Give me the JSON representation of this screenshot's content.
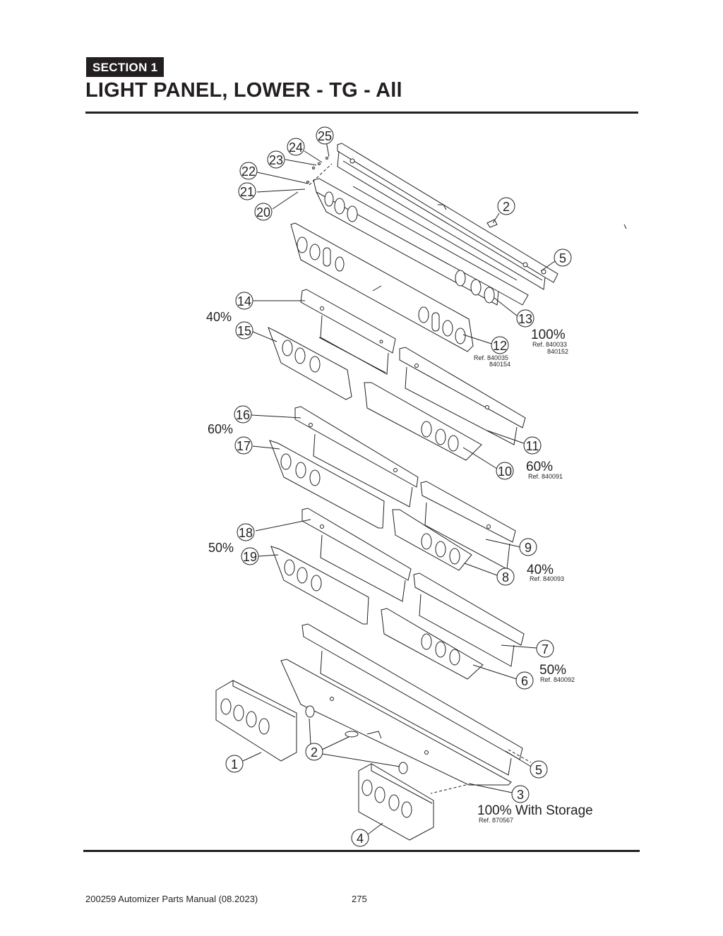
{
  "header": {
    "section_label": "SECTION  1",
    "title": "LIGHT PANEL, LOWER - TG - All"
  },
  "callouts": [
    "25",
    "24",
    "23",
    "22",
    "21",
    "20",
    "2",
    "5",
    "14",
    "13",
    "15",
    "12",
    "16",
    "11",
    "17",
    "10",
    "18",
    "9",
    "19",
    "8",
    "7",
    "6",
    "1",
    "2",
    "5",
    "3",
    "4"
  ],
  "group_labels": {
    "left_40": "40%",
    "left_60": "60%",
    "left_50": "50%",
    "right_100": "100%",
    "right_100_ref_a": "Ref. 840033",
    "right_100_ref_b": "840152",
    "item12_ref_a": "Ref. 840035",
    "item12_ref_b": "840154",
    "right_60": "60%",
    "right_60_ref": "Ref. 840091",
    "right_40": "40%",
    "right_40_ref": "Ref. 840093",
    "right_50": "50%",
    "right_50_ref": "Ref. 840092",
    "storage": "100% With Storage",
    "storage_ref": "Ref. 870567"
  },
  "footer": {
    "manual": "200259 Automizer Parts Manual (08.2023)",
    "page_number": "275"
  }
}
